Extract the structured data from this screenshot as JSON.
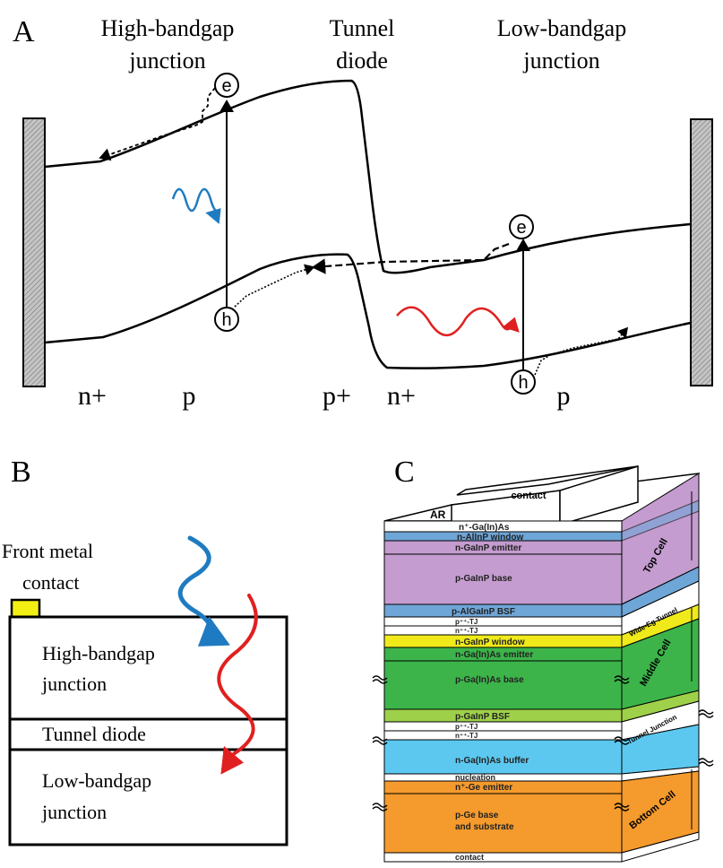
{
  "panelA": {
    "letter": "A",
    "high_label_line1": "High-bandgap",
    "high_label_line2": "junction",
    "tunnel_label_line1": "Tunnel",
    "tunnel_label_line2": "diode",
    "low_label_line1": "Low-bandgap",
    "low_label_line2": "junction",
    "electron": "e",
    "hole": "h",
    "regions": [
      "n+",
      "p",
      "p+",
      "n+",
      "p"
    ],
    "colors": {
      "blue_photon": "#1f7bc1",
      "red_photon": "#e02020",
      "contact_fill": "#b8b8b8"
    }
  },
  "panelB": {
    "letter": "B",
    "front_contact_line1": "Front metal",
    "front_contact_line2": "contact",
    "high_line1": "High-bandgap",
    "high_line2": "junction",
    "tunnel": "Tunnel diode",
    "low_line1": "Low-bandgap",
    "low_line2": "junction",
    "colors": {
      "contact": "#f3ef12",
      "blue_wave": "#1f7bc1",
      "red_wave": "#e02020"
    }
  },
  "panelC": {
    "letter": "C",
    "contact_top": "contact",
    "ar": "AR",
    "layers": [
      "n⁺-Ga(In)As",
      "n-AlInP window",
      "n-GaInP emitter",
      "p-GaInP base",
      "p-AlGaInP BSF",
      "p⁺⁺-TJ",
      "n⁺⁺-TJ",
      "n-GaInP window",
      "n-Ga(In)As emitter",
      "p-Ga(In)As base",
      "p-GaInP BSF",
      "p⁺⁺-TJ",
      "n⁺⁺-TJ",
      "n-Ga(In)As buffer",
      "nucleation",
      "n⁺-Ge emitter",
      "p-Ge base",
      "and substrate",
      "contact"
    ],
    "side_labels": {
      "top_cell": "Top Cell",
      "wide_eg_tunnel": "Wide-Eg Tunnel",
      "middle_cell": "Middle Cell",
      "tunnel_junction": "Tunnel Junction",
      "bottom_cell": "Bottom Cell"
    },
    "colors": {
      "purple": "#c49ccf",
      "blue": "#6fa6d8",
      "yellow": "#f0ea1a",
      "green": "#3cb44a",
      "lightgreen": "#9fd04a",
      "cyan": "#5cc8ef",
      "orange": "#f59a2c"
    }
  }
}
